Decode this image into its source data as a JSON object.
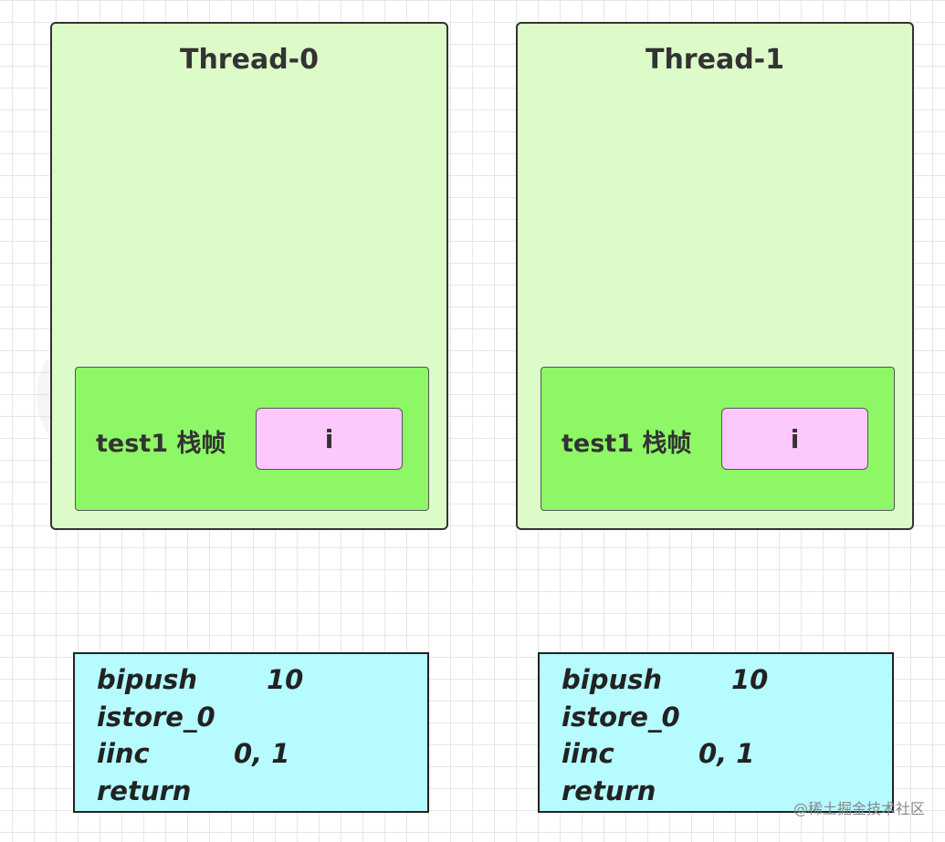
{
  "threads": [
    {
      "title": "Thread-0",
      "frame_label": "test1 栈帧",
      "variable": "i",
      "bytecode": [
        {
          "op": "bipush",
          "arg": "10"
        },
        {
          "op": "istore_0",
          "arg": ""
        },
        {
          "op": "iinc",
          "arg": "0, 1"
        },
        {
          "op": "return",
          "arg": ""
        }
      ]
    },
    {
      "title": "Thread-1",
      "frame_label": "test1 栈帧",
      "variable": "i",
      "bytecode": [
        {
          "op": "bipush",
          "arg": "10"
        },
        {
          "op": "istore_0",
          "arg": ""
        },
        {
          "op": "iinc",
          "arg": "0, 1"
        },
        {
          "op": "return",
          "arg": ""
        }
      ]
    }
  ],
  "watermark": "@稀土掘金技术社区",
  "colors": {
    "thread_fill": "#dcfbc9",
    "frame_fill": "#8df765",
    "variable_fill": "#fdc9fd",
    "code_fill": "#b5fbff"
  }
}
